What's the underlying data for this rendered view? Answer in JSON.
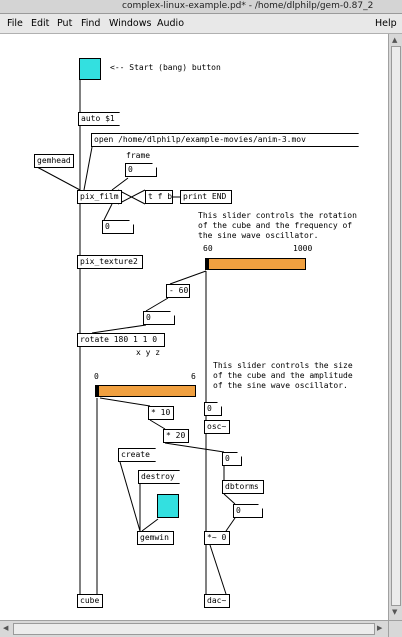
{
  "window": {
    "title": "complex-linux-example.pd* - /home/dlphilp/gem-0.87_2"
  },
  "menubar": {
    "file": "File",
    "edit": "Edit",
    "put": "Put",
    "find": "Find",
    "windows": "Windows",
    "audio": "Audio",
    "help": "Help"
  },
  "patch": {
    "bang_comment": "<-- Start (bang) button",
    "auto_msg": "auto $1",
    "open_msg": "open /home/dlphilp/example-movies/anim-3.mov",
    "gemhead": "gemhead",
    "frame_label": "frame",
    "frame_num": "0",
    "pix_film": "pix_film",
    "tfb": "t f b",
    "print_end": "print END",
    "film_num": "0",
    "comment_rotation": "This slider controls the rotation\nof the cube and the frequency of\nthe sine wave oscillator.",
    "slider1_min": "60",
    "slider1_max": "1000",
    "slider1_value": 0.0,
    "pix_texture": "pix_texture2",
    "minus_60": "- 60",
    "minus_num": "0",
    "rotate": "rotate 180 1 1 0",
    "xyz": "x y z",
    "comment_size": "This slider controls the size\nof the cube and the amplitude\nof the sine wave oscillator.",
    "slider2_min": "0",
    "slider2_max": "6",
    "slider2_value": 0.0,
    "mul10": "* 10",
    "mul20": "* 20",
    "osc_num": "0",
    "osc": "osc~",
    "db_num": "0",
    "dbtorms": "dbtorms",
    "rms_num": "0",
    "create_msg": "create",
    "destroy_msg": "destroy",
    "gemwin": "gemwin",
    "mul_sig": "*~ 0",
    "cube": "cube",
    "dac": "dac~"
  }
}
